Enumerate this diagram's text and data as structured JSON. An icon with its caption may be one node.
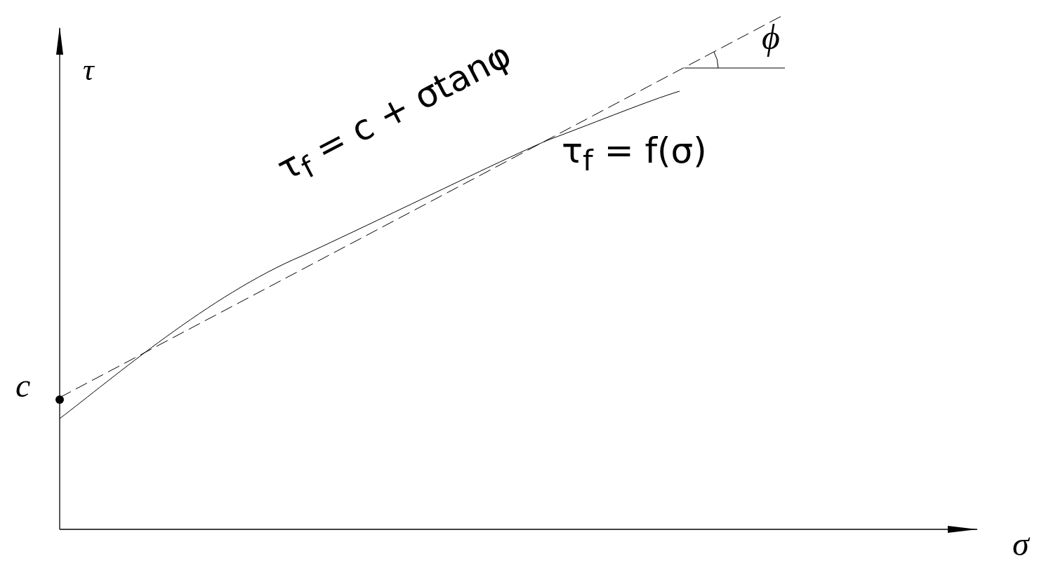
{
  "diagram": {
    "labels": [
      "τ",
      "τ$_{f}$ = c + σtanφ",
      "ϕ",
      "τ$_{f}$ = f(σ)",
      "c",
      "σ"
    ]
  }
}
